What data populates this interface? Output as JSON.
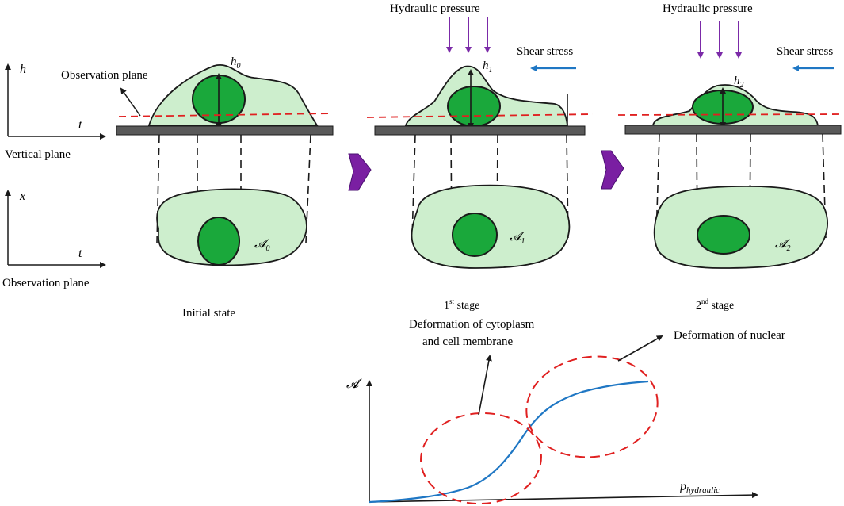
{
  "axes_vertical": {
    "y_label": "h",
    "x_label": "t",
    "caption": "Vertical plane"
  },
  "axes_observation": {
    "y_label": "x",
    "x_label": "t",
    "caption": "Observation plane"
  },
  "observation_plane_label": "Observation plane",
  "stages": [
    {
      "height_sym": "h",
      "height_sub": "0",
      "area_sym": "𝓐",
      "area_sub": "0",
      "caption_lines": [
        "Initial state"
      ]
    },
    {
      "height_sym": "h",
      "height_sub": "1",
      "area_sym": "𝓐",
      "area_sub": "1",
      "caption_num": "1",
      "caption_sup": "st",
      "caption_word": " stage",
      "caption_lines": [
        "Deformation of cytoplasm",
        "and cell membrane"
      ]
    },
    {
      "height_sym": "h",
      "height_sub": "2",
      "area_sym": "𝓐",
      "area_sub": "2",
      "caption_num": "2",
      "caption_sup": "nd",
      "caption_word": " stage",
      "caption_lines": []
    }
  ],
  "hydraulic_pressure_label": "Hydraulic pressure",
  "shear_stress_label": "Shear stress",
  "nuclear_label": "Deformation of nuclear",
  "graph": {
    "y_label": "𝓐",
    "x_label_main": "p",
    "x_label_sub": "hydraulic"
  },
  "colors": {
    "cytoplasm": "#cdeecd",
    "nucleus": "#1aa83b",
    "outline": "#1a1a1a",
    "substrate": "#595959",
    "pressure_arrow": "#7b2aa8",
    "shear_arrow": "#1f77c4",
    "dashed_plane": "#e02020",
    "stage_arrow": "#7a1fa2",
    "curve": "#1f77c4",
    "ellipse": "#e02020"
  }
}
